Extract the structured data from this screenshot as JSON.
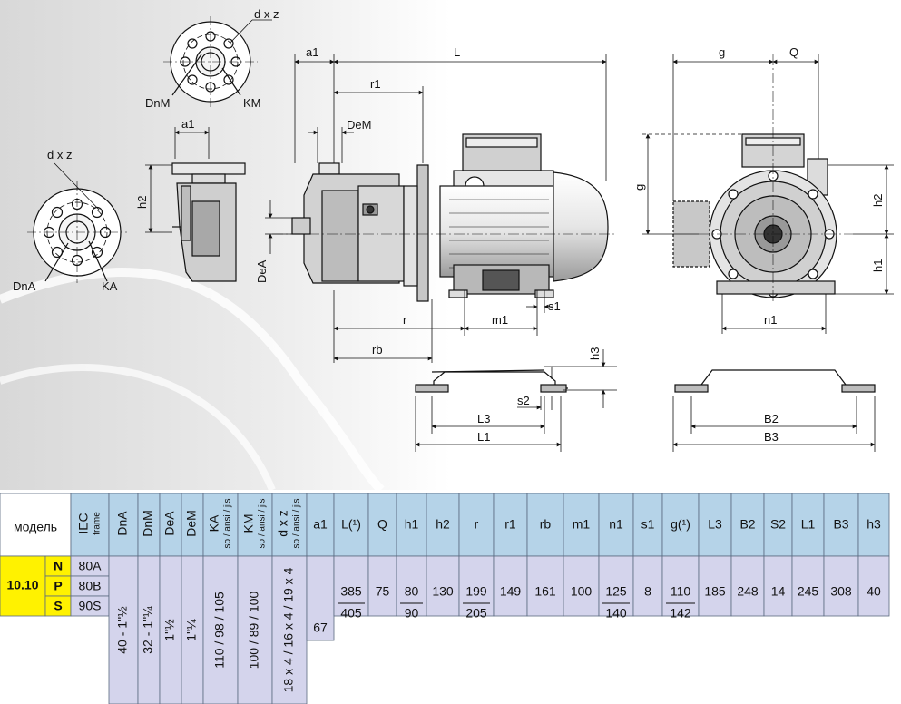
{
  "dimensions": {
    "d_x_z_top": "d x z",
    "DnM": "DnM",
    "KM": "KM",
    "a1_top": "a1",
    "a1_flange": "a1",
    "L": "L",
    "r1": "r1",
    "DeM": "DeM",
    "d_x_z_left": "d x z",
    "h2_side": "h2",
    "DnA": "DnA",
    "KA": "KA",
    "DeA": "DeA",
    "r": "r",
    "m1": "m1",
    "s1": "s1",
    "rb": "rb",
    "h3": "h3",
    "s2": "s2",
    "L3": "L3",
    "L1": "L1",
    "g_top": "g",
    "Q": "Q",
    "g_side": "g",
    "h2_front": "h2",
    "h1": "h1",
    "n1": "n1",
    "B2": "B2",
    "B3": "B3"
  },
  "table": {
    "model_header": "модель",
    "headers": [
      {
        "key": "IEC",
        "lines": [
          "IEC",
          "frame"
        ],
        "rotate": true
      },
      {
        "key": "DnA",
        "lines": [
          "DnA"
        ],
        "rotate": true
      },
      {
        "key": "DnM",
        "lines": [
          "DnM"
        ],
        "rotate": true
      },
      {
        "key": "DeA",
        "lines": [
          "DeA"
        ],
        "rotate": true
      },
      {
        "key": "DeM",
        "lines": [
          "DeM"
        ],
        "rotate": true
      },
      {
        "key": "KA",
        "lines": [
          "KA",
          "so / ansi / jis"
        ],
        "rotate": true
      },
      {
        "key": "KM",
        "lines": [
          "KM",
          "so / ansi / jis"
        ],
        "rotate": true
      },
      {
        "key": "dxz",
        "lines": [
          "d x z",
          "so / ansi / jis"
        ],
        "rotate": true
      },
      {
        "key": "a1",
        "lines": [
          "a1"
        ],
        "rotate": false
      },
      {
        "key": "L",
        "lines": [
          "L(¹)"
        ],
        "rotate": false
      },
      {
        "key": "Q",
        "lines": [
          "Q"
        ],
        "rotate": false
      },
      {
        "key": "h1",
        "lines": [
          "h1"
        ],
        "rotate": false
      },
      {
        "key": "h2",
        "lines": [
          "h2"
        ],
        "rotate": false
      },
      {
        "key": "r",
        "lines": [
          "r"
        ],
        "rotate": false
      },
      {
        "key": "r1",
        "lines": [
          "r1"
        ],
        "rotate": false
      },
      {
        "key": "rb",
        "lines": [
          "rb"
        ],
        "rotate": false
      },
      {
        "key": "m1",
        "lines": [
          "m1"
        ],
        "rotate": false
      },
      {
        "key": "n1",
        "lines": [
          "n1"
        ],
        "rotate": false
      },
      {
        "key": "s1",
        "lines": [
          "s1"
        ],
        "rotate": false
      },
      {
        "key": "g",
        "lines": [
          "g(¹)"
        ],
        "rotate": false
      },
      {
        "key": "L3",
        "lines": [
          "L3"
        ],
        "rotate": false
      },
      {
        "key": "B2",
        "lines": [
          "B2"
        ],
        "rotate": false
      },
      {
        "key": "S2",
        "lines": [
          "S2"
        ],
        "rotate": false
      },
      {
        "key": "L1",
        "lines": [
          "L1"
        ],
        "rotate": false
      },
      {
        "key": "B3",
        "lines": [
          "B3"
        ],
        "rotate": false
      },
      {
        "key": "h3",
        "lines": [
          "h3"
        ],
        "rotate": false
      }
    ],
    "model": "10.10",
    "variants": [
      {
        "letter": "N",
        "frame": "80A"
      },
      {
        "letter": "P",
        "frame": "80B"
      },
      {
        "letter": "S",
        "frame": "90S"
      }
    ],
    "values": {
      "DnA": "40 - 1\"½",
      "DnM": "32 - 1\"¼",
      "DeA": "1\"½",
      "DeM": "1\"¼",
      "KA": "110 / 98 / 105",
      "KM": "100 / 89 / 100",
      "dxz": "18 x 4 / 16 x 4 / 19 x 4",
      "a1": "67",
      "L": [
        "385",
        "405"
      ],
      "Q": "75",
      "h1": [
        "80",
        "90"
      ],
      "h2": "130",
      "r": [
        "199",
        "205"
      ],
      "r1": "149",
      "rb": "161",
      "m1": "100",
      "n1": [
        "125",
        "140"
      ],
      "s1": "8",
      "g": [
        "110",
        "142"
      ],
      "L3": "185",
      "B2": "248",
      "S2": "14",
      "L1": "245",
      "B3": "308",
      "h3": "40"
    },
    "colors": {
      "header_bg": "#b5d3e8",
      "body_bg": "#d4d4ec",
      "model_bg": "#fff200",
      "border": "#5a6a80"
    }
  }
}
